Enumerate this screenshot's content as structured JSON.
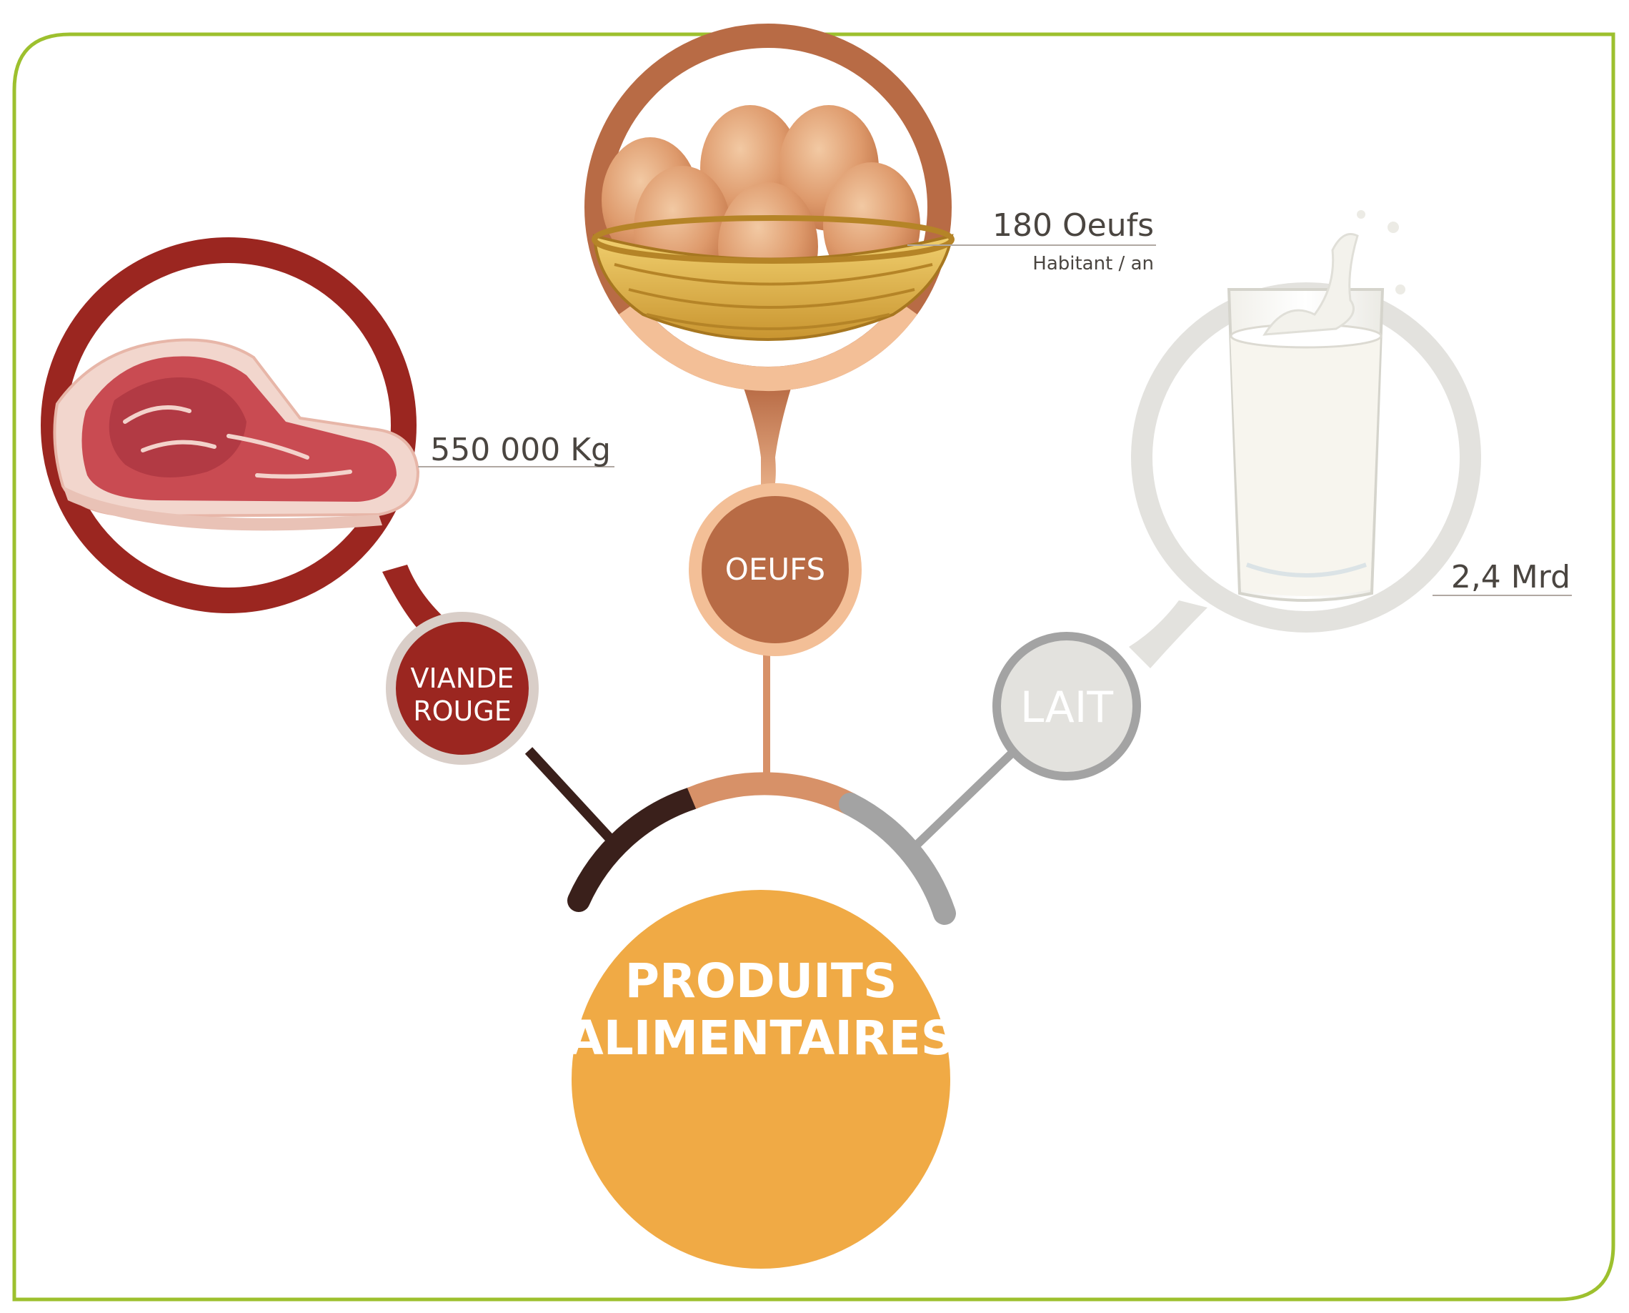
{
  "colors": {
    "frame": "#9dc02e",
    "center_fill": "#f0aa45",
    "meat": "#9b2620",
    "meat_arc": "#3a201b",
    "egg": "#b86b45",
    "egg_light": "#f3bf97",
    "egg_arc": "#d79168",
    "milk": "#e3e2de",
    "milk_arc": "#a3a3a3"
  },
  "center": {
    "line1": "PRODUITS",
    "line2": "ALIMENTAIRES"
  },
  "items": [
    {
      "id": "meat",
      "label_line1": "VIANDE",
      "label_line2": "ROUGE",
      "stat": "550 000 Kg",
      "icon": "meat-steak-icon"
    },
    {
      "id": "eggs",
      "label": "OEUFS",
      "stat": "180 Oeufs",
      "stat_unit": "Habitant / an",
      "icon": "egg-basket-icon"
    },
    {
      "id": "milk",
      "label": "LAIT",
      "stat": "2,4 Mrd",
      "icon": "milk-glass-icon"
    }
  ]
}
